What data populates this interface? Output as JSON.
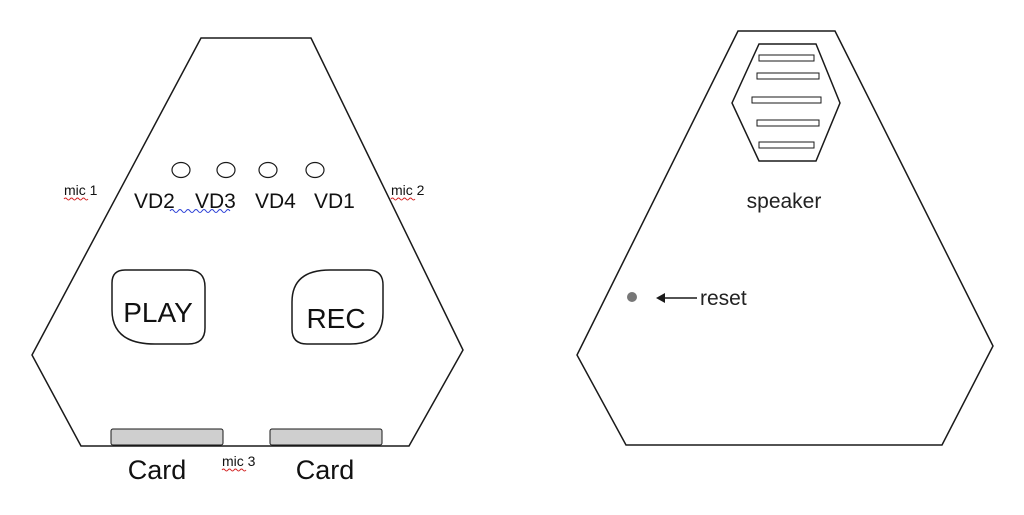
{
  "front_panel": {
    "mic_labels": [
      "mic 1",
      "mic 2",
      "mic 3"
    ],
    "led_labels": [
      "VD2",
      "VD3",
      "VD4",
      "VD1"
    ],
    "play_label": "PLAY",
    "rec_label": "REC",
    "card_labels": [
      "Card",
      "Card"
    ]
  },
  "back_panel": {
    "speaker_label": "speaker",
    "reset_label": "reset"
  },
  "colors": {
    "stroke": "#1a1a1a",
    "card_slot": "#cfcfcf",
    "spell_squiggle": "#d22020",
    "grammar_squiggle": "#2a3fd6",
    "reset_dot": "#777777"
  }
}
